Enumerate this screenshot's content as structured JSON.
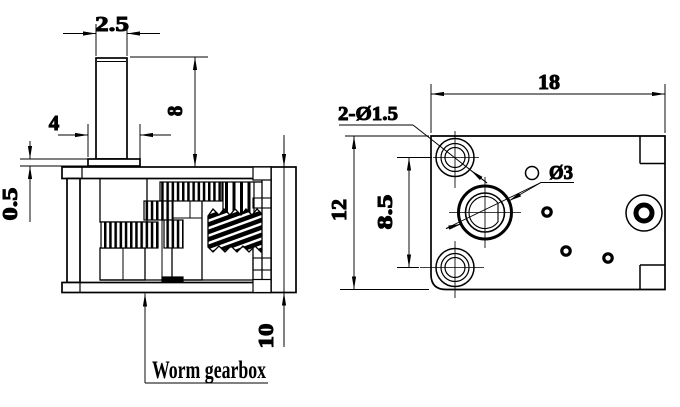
{
  "drawing": {
    "background": "#ffffff",
    "line_color": "#000000",
    "label": "Worm gearbox",
    "left_view": {
      "dim_shaft_diameter": "2.5",
      "dim_collar_width": "4",
      "dim_shaft_height": "8",
      "dim_collar_thickness": "0.5",
      "dim_body_height": "10"
    },
    "right_view": {
      "dim_width": "18",
      "dim_height": "12",
      "dim_hole_spacing": "8.5",
      "label_mounting_holes": "2-Ø1.5",
      "label_output_bore": "Ø3"
    }
  }
}
